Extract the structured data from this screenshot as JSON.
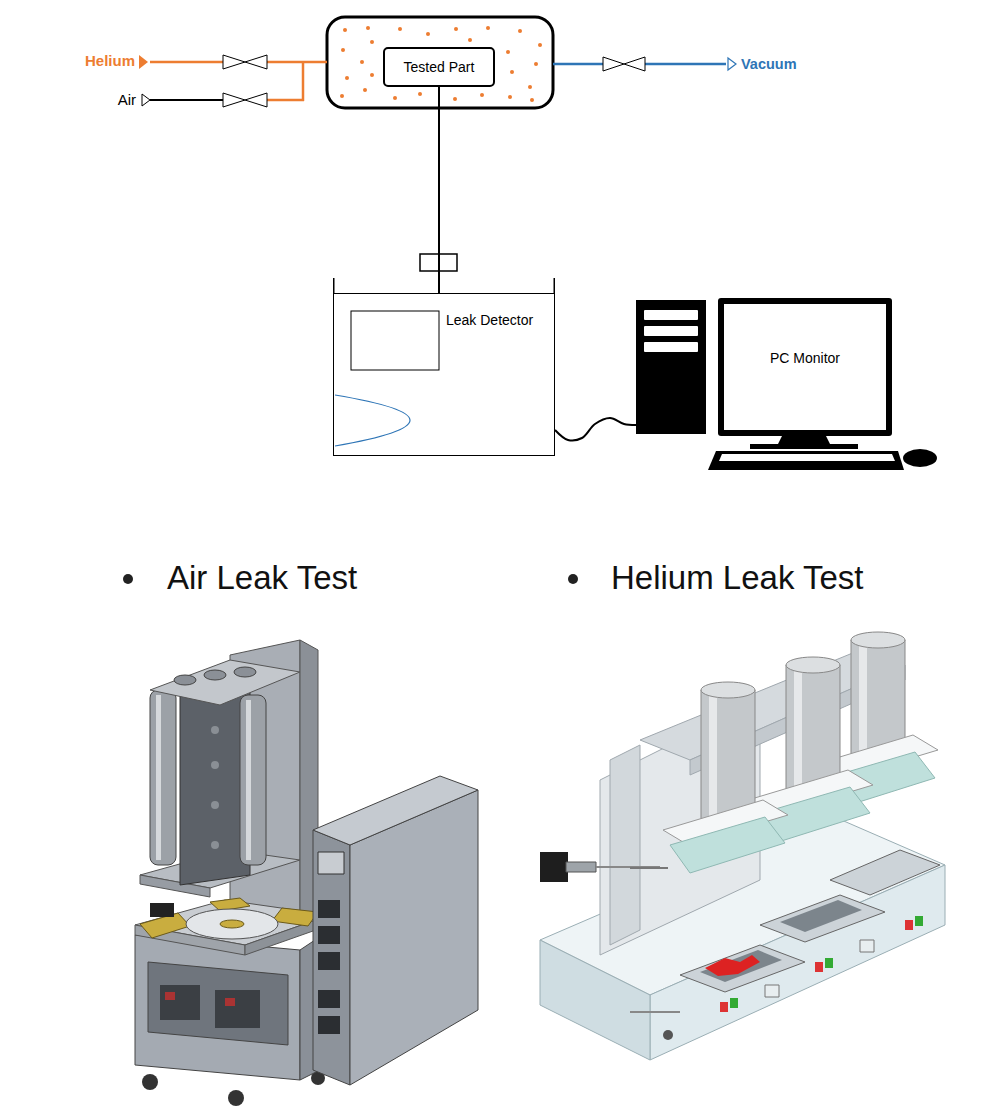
{
  "diagram": {
    "nodes": [
      {
        "text": [
          "Tested Part"
        ]
      },
      {
        "text": [
          "Leak Detector"
        ]
      },
      {
        "text": [
          "PC Monitor"
        ]
      }
    ],
    "edges": [
      {
        "from": 0,
        "to": 1,
        "arrow": "none"
      },
      {
        "from": 1,
        "to": 2,
        "arrow": "none"
      }
    ],
    "labels": [
      "Helium",
      "Air",
      "Vacuum",
      "Air Leak Test",
      "Helium Leak Test"
    ]
  }
}
